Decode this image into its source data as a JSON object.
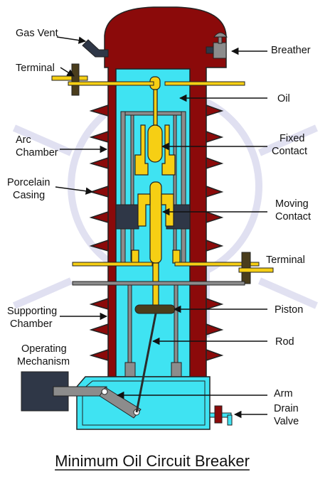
{
  "title": "Minimum Oil Circuit Breaker",
  "labels": {
    "gas_vent": "Gas Vent",
    "breather": "Breather",
    "terminal_top": "Terminal",
    "oil": "Oil",
    "arc_chamber_1": "Arc",
    "arc_chamber_2": "Chamber",
    "fixed_contact_1": "Fixed",
    "fixed_contact_2": "Contact",
    "porcelain_casing_1": "Porcelain",
    "porcelain_casing_2": "Casing",
    "moving_contact_1": "Moving",
    "moving_contact_2": "Contact",
    "terminal_bottom": "Terminal",
    "supporting_chamber_1": "Supporting",
    "supporting_chamber_2": "Chamber",
    "piston": "Piston",
    "operating_mechanism_1": "Operating",
    "operating_mechanism_2": "Mechanism",
    "rod": "Rod",
    "arm": "Arm",
    "drain_valve_1": "Drain",
    "drain_valve_2": "Valve"
  },
  "colors": {
    "porcelain": "#8b0a0a",
    "oil": "#3fe3f2",
    "contact": "#f6cf14",
    "steel": "#8c8c8c",
    "dark": "#2f3747",
    "piston": "#4a3d1c",
    "watermark": "#c8c8e6"
  }
}
